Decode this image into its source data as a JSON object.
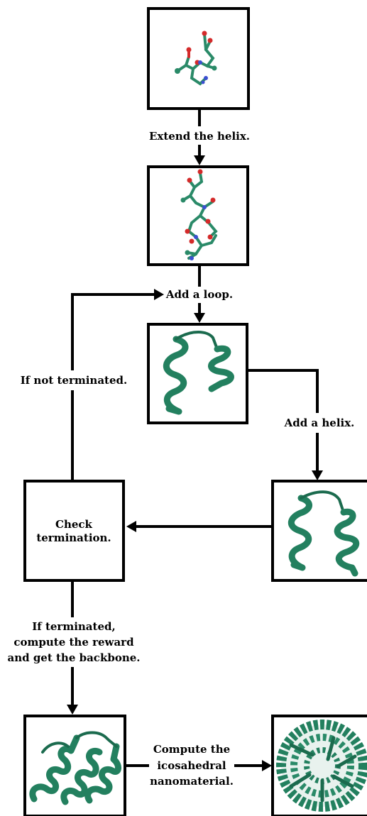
{
  "labels": {
    "extend_helix": "Extend the helix.",
    "add_loop": "Add a loop.",
    "add_helix": "Add a helix.",
    "if_not_terminated": "If not terminated.",
    "check_termination_line1": "Check",
    "check_termination_line2": "termination.",
    "if_terminated_line1": "If terminated,",
    "if_terminated_line2": "compute the reward",
    "if_terminated_line3": "and get the backbone.",
    "compute_line1": "Compute the",
    "compute_line2": "icosahedral",
    "compute_line3": "nanomaterial."
  },
  "colors": {
    "protein": "#23805f",
    "nitrogen": "#3b4fd0",
    "oxygen": "#d42a2a",
    "line": "#000000"
  }
}
